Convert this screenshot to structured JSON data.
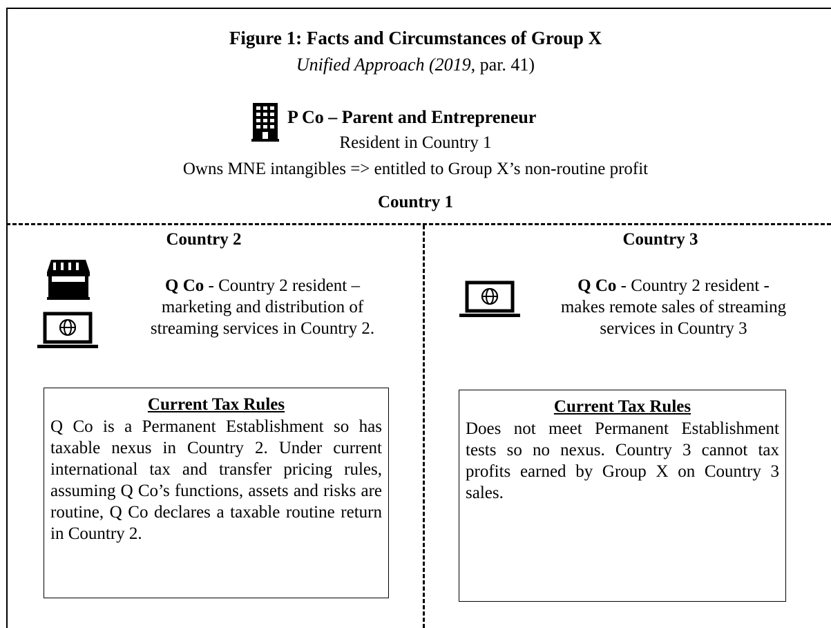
{
  "figure": {
    "title": "Figure 1:  Facts and Circumstances of Group X",
    "subtitle_italic": "Unified Approach (2019,",
    "subtitle_rest": " par. 41)"
  },
  "parent": {
    "icon": "building-icon",
    "title": "P Co – Parent and Entrepreneur",
    "residence": "Resident in Country 1",
    "ownership": "Owns MNE intangibles => entitled to Group X’s non-routine profit",
    "country_label": "Country 1"
  },
  "country2": {
    "heading": "Country 2",
    "icons": [
      "storefront-icon",
      "laptop-globe-icon"
    ],
    "entity": "Q Co",
    "desc_line1_rest": " -  Country 2 resident –",
    "desc_line2": "marketing and distribution of",
    "desc_line3": "streaming services in Country 2.",
    "rules_title": "Current Tax Rules",
    "rules_text": " Q Co is a Permanent Establishment so has taxable nexus in Country 2. Under current international tax and transfer pricing rules, assuming Q Co’s functions, assets and risks are routine, Q Co declares a taxable routine return in Country 2."
  },
  "country3": {
    "heading": "Country 3",
    "icons": [
      "laptop-globe-icon"
    ],
    "entity": "Q Co",
    "desc_line1_rest": "  - Country 2 resident -",
    "desc_line2": "makes remote sales of streaming",
    "desc_line3": "services in Country 3",
    "rules_title": "Current Tax Rules",
    "rules_text": "Does not meet Permanent Establishment tests so no nexus. Country 3 cannot tax profits earned by Group X on Country 3 sales."
  }
}
